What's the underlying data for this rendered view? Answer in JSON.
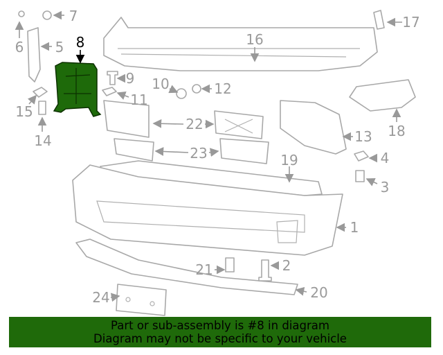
{
  "diagram": {
    "selected_part": "8",
    "highlight_color": "#1e6a0a",
    "callouts": [
      "1",
      "2",
      "3",
      "4",
      "5",
      "6",
      "7",
      "8",
      "9",
      "10",
      "11",
      "12",
      "13",
      "14",
      "15",
      "16",
      "17",
      "18",
      "19",
      "20",
      "21",
      "22",
      "23",
      "24"
    ]
  },
  "banner": {
    "line1": "Part or sub-assembly is #8 in diagram",
    "line2": "Diagram may not be specific to your vehicle",
    "background": "#1f6a0a"
  }
}
